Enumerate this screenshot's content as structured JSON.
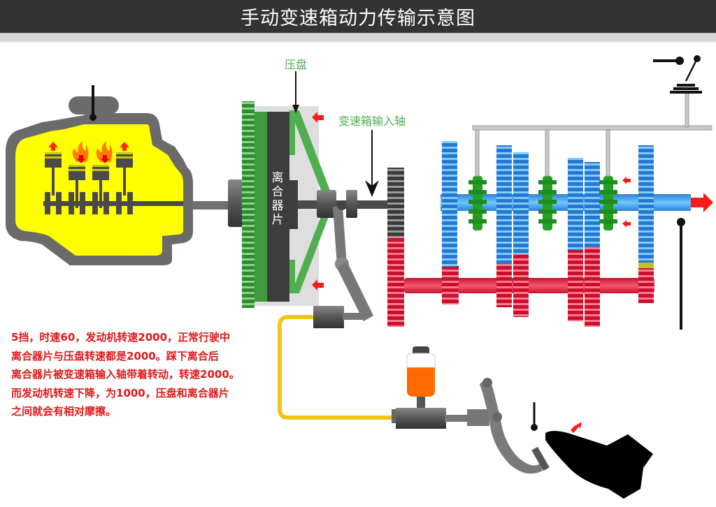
{
  "title": "手动变速箱动力传输示意图",
  "labels": {
    "pressure_plate": "压盘",
    "input_shaft": "变速箱输入轴",
    "clutch_disc": [
      "离",
      "合",
      "器",
      "片"
    ]
  },
  "note_lines": [
    "5挡，时速60，发动机转速2000，正常行驶中",
    "离合器片与压盘转速都是2000。踩下离合后",
    "离合器片被变速箱输入轴带着转动，转速2000。",
    "而发动机转速下降，为1000，压盘和离合器片",
    "之间就会有相对摩擦。"
  ],
  "colors": {
    "engine_fill": "#ffff00",
    "engine_body": "#6b6b6b",
    "clutch_green": "#3f9b3f",
    "output_shaft_blue": "#3a8fe0",
    "countershaft_red": "#d9283a",
    "hydraulic_line": "#f0c419",
    "reservoir_orange": "#ff6a00",
    "arrow_red": "#ff0000",
    "note_text": "#e01818"
  }
}
